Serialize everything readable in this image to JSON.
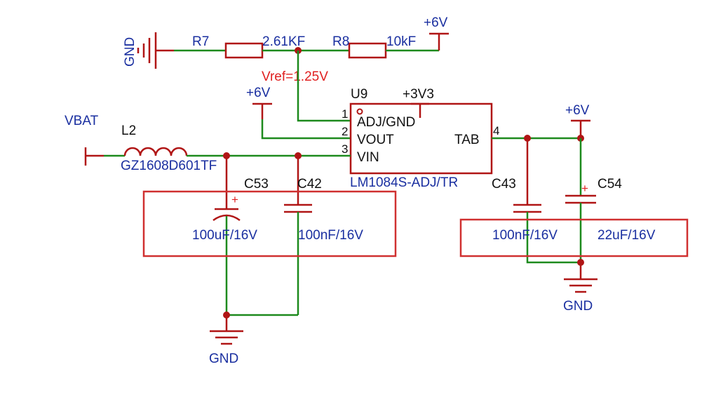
{
  "colors": {
    "wire": "#1d8a1d",
    "component": "#b01515",
    "label_blue": "#1a2fa0",
    "label_red": "#e02020",
    "highlight_box": "#d03030"
  },
  "nets": {
    "gnd_top": "GND",
    "pos6v_top": "+6V",
    "pos6v_mid": "+6V",
    "pos3v3": "+3V3",
    "pos6v_right": "+6V",
    "vbat": "VBAT",
    "gnd_bottom_left": "GND",
    "gnd_bottom_right": "GND",
    "vref": "Vref=1.25V"
  },
  "components": {
    "r7": {
      "ref": "R7",
      "value": "2.61KF"
    },
    "r8": {
      "ref": "R8",
      "value": "10kF"
    },
    "l2": {
      "ref": "L2",
      "value": "GZ1608D601TF"
    },
    "u9": {
      "ref": "U9",
      "part": "LM1084S-ADJ/TR",
      "pins": [
        {
          "num": "1",
          "name": "ADJ/GND"
        },
        {
          "num": "2",
          "name": "VOUT"
        },
        {
          "num": "3",
          "name": "VIN"
        },
        {
          "num": "4",
          "name": "TAB"
        }
      ]
    },
    "c53": {
      "ref": "C53",
      "value": "100uF/16V",
      "polarity": "+"
    },
    "c42": {
      "ref": "C42",
      "value": "100nF/16V"
    },
    "c43": {
      "ref": "C43",
      "value": "100nF/16V"
    },
    "c54": {
      "ref": "C54",
      "value": "22uF/16V",
      "polarity": "+"
    }
  }
}
